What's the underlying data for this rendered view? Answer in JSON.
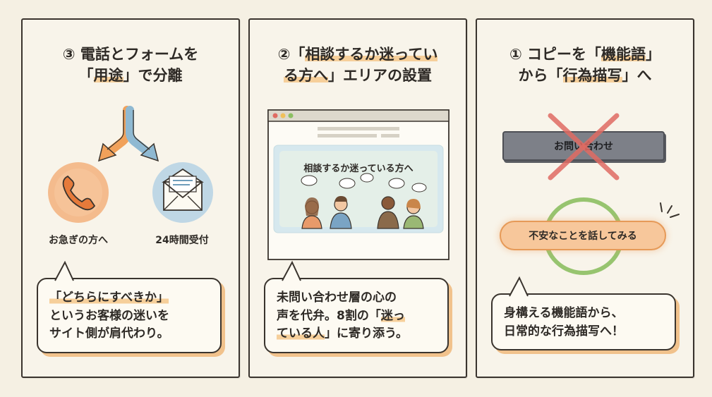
{
  "panels": {
    "left": {
      "title_line1": "③ 電話とフォームを",
      "title_line2_pre": "「",
      "title_line2_hl": "用途",
      "title_line2_post": "」で分離",
      "phone_label": "お急ぎの方へ",
      "mail_label": "24時間受付",
      "bubble_line1": "「どちらにすべきか」",
      "bubble_line2": "というお客様の迷いを",
      "bubble_line3": "サイト側が肩代わり。"
    },
    "middle": {
      "title_line1_pre": "②「",
      "title_line1_hl": "相談するか迷ってい",
      "title_line2_hl": "る方へ",
      "title_line2_post": "」エリアの設置",
      "browser_banner": "相談するか迷っている方へ",
      "bubble_line1": "未問い合わせ層の心の",
      "bubble_line2_pre": "声を代弁。8割の「",
      "bubble_line2_hl": "迷っ",
      "bubble_line3_hl": "ている人",
      "bubble_line3_post": "」に寄り添う。"
    },
    "right": {
      "title_line1_pre": "① コピーを「",
      "title_line1_hl": "機能語",
      "title_line1_post": "」",
      "title_line2_pre": "から「",
      "title_line2_hl": "行為描写",
      "title_line2_post": "」へ",
      "old_button": "お問い合わせ",
      "new_button": "不安なことを話してみる",
      "bubble_line1": "身構える機能語から、",
      "bubble_line2": "日常的な行為描写へ！"
    }
  },
  "colors": {
    "background": "#f5f0e3",
    "highlight": "#f6cf9a",
    "accent_orange": "#f1a15a",
    "accent_blue": "#8fb9d2",
    "cross_red": "#e06b63",
    "circle_green": "#8cbf62",
    "bad_button": "#7d8088",
    "good_button": "#f7c79b"
  },
  "icons": [
    "arrow-split-icon",
    "phone-icon",
    "envelope-icon",
    "browser-window-icon",
    "people-icon",
    "cross-mark-icon",
    "circle-mark-icon",
    "spark-icon"
  ]
}
